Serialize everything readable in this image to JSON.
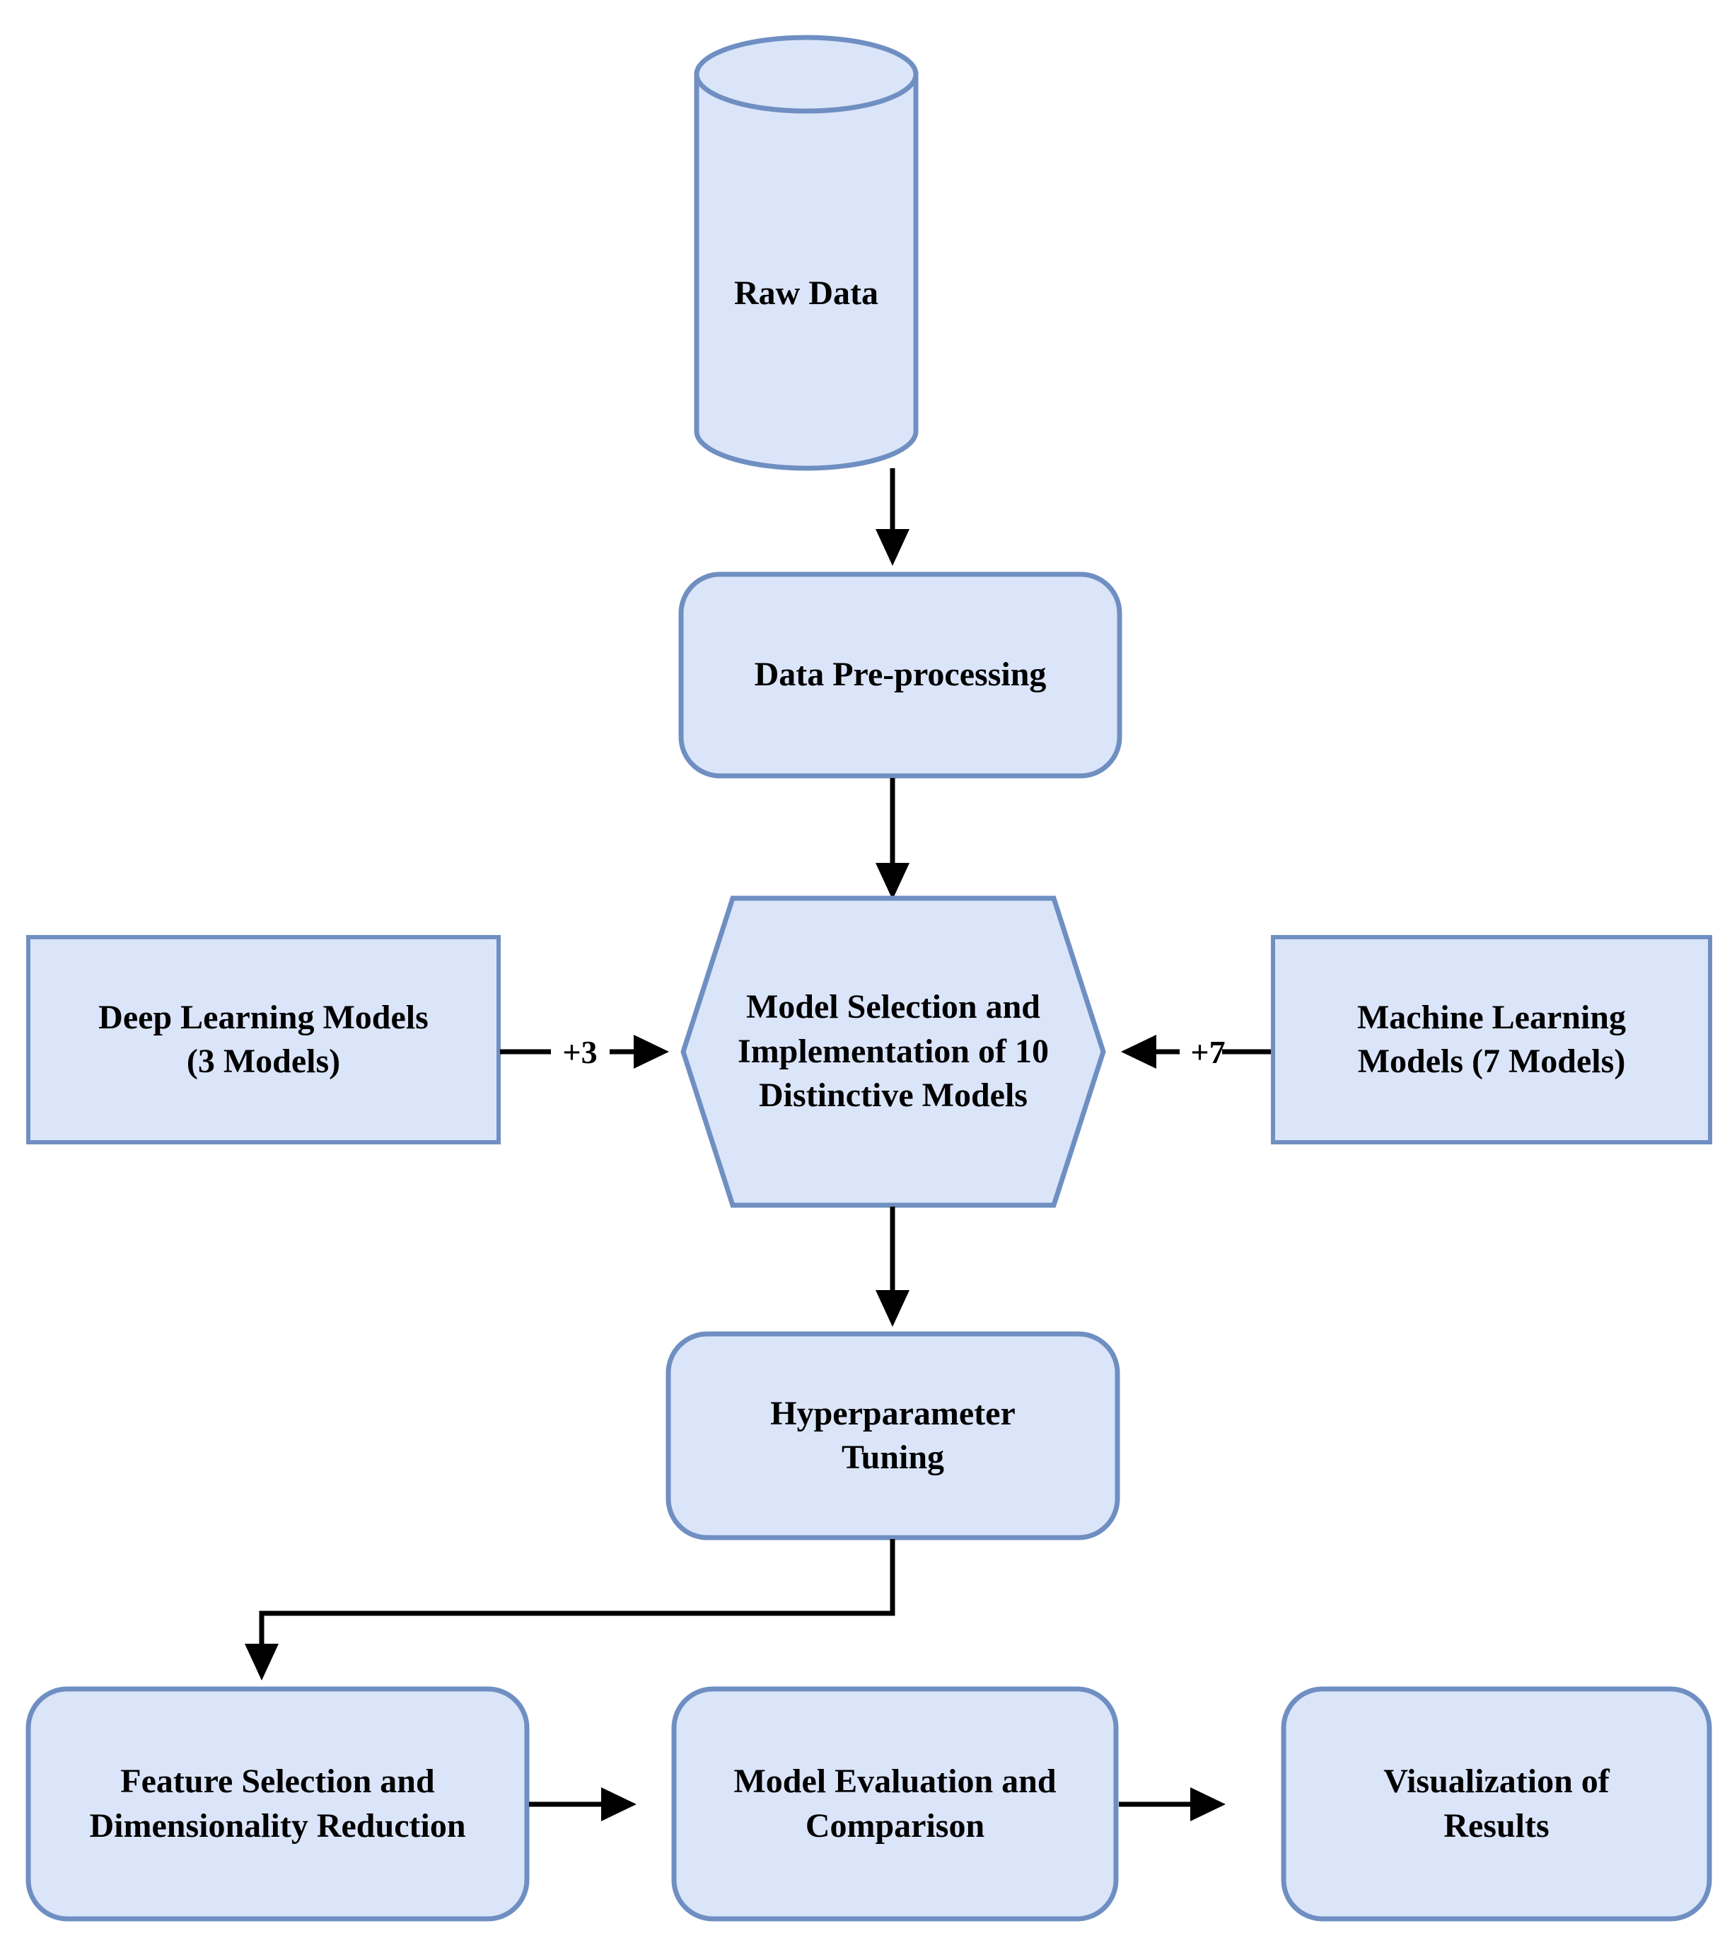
{
  "diagram": {
    "title": "Machine Learning Pipeline Flowchart",
    "theme": {
      "node_fill": "#dbe5f9",
      "node_border": "#6f8fc2",
      "edge_color": "#000000",
      "background": "#ffffff",
      "text_color": "#000000"
    },
    "nodes": [
      {
        "id": "raw-data",
        "label": "Raw Data",
        "shape": "cylinder"
      },
      {
        "id": "data-preprocessing",
        "label": "Data Pre-processing",
        "shape": "rounded-rect"
      },
      {
        "id": "deep-learning-models",
        "label": "Deep Learning Models\n(3 Models)",
        "shape": "rect"
      },
      {
        "id": "model-selection",
        "label": "Model Selection and\nImplementation of 10\nDistinctive Models",
        "shape": "hexagon"
      },
      {
        "id": "machine-learning-models",
        "label": "Machine Learning\nModels (7 Models)",
        "shape": "rect"
      },
      {
        "id": "hyperparameter-tuning",
        "label": "Hyperparameter\nTuning",
        "shape": "rounded-rect"
      },
      {
        "id": "feature-selection",
        "label": "Feature Selection and\nDimensionality Reduction",
        "shape": "rounded-rect"
      },
      {
        "id": "model-evaluation",
        "label": "Model Evaluation and\nComparison",
        "shape": "rounded-rect"
      },
      {
        "id": "visualization",
        "label": "Visualization of\nResults",
        "shape": "rounded-rect"
      }
    ],
    "edges": [
      {
        "id": "e1",
        "from": "raw-data",
        "to": "data-preprocessing",
        "label": ""
      },
      {
        "id": "e2",
        "from": "data-preprocessing",
        "to": "model-selection",
        "label": ""
      },
      {
        "id": "e3",
        "from": "deep-learning-models",
        "to": "model-selection",
        "label": "+3"
      },
      {
        "id": "e4",
        "from": "machine-learning-models",
        "to": "model-selection",
        "label": "+7"
      },
      {
        "id": "e5",
        "from": "model-selection",
        "to": "hyperparameter-tuning",
        "label": ""
      },
      {
        "id": "e6",
        "from": "hyperparameter-tuning",
        "to": "feature-selection",
        "label": ""
      },
      {
        "id": "e7",
        "from": "feature-selection",
        "to": "model-evaluation",
        "label": ""
      },
      {
        "id": "e8",
        "from": "model-evaluation",
        "to": "visualization",
        "label": ""
      }
    ]
  }
}
